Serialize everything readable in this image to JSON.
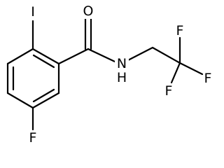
{
  "molecule": {
    "atoms": {
      "iodine": "I",
      "oxygen": "O",
      "amide_nitrogen": "N",
      "amide_hydrogen": "H",
      "ring_fluorine": "F",
      "cf3_fluorine_top": "F",
      "cf3_fluorine_left": "F",
      "cf3_fluorine_right": "F"
    }
  }
}
